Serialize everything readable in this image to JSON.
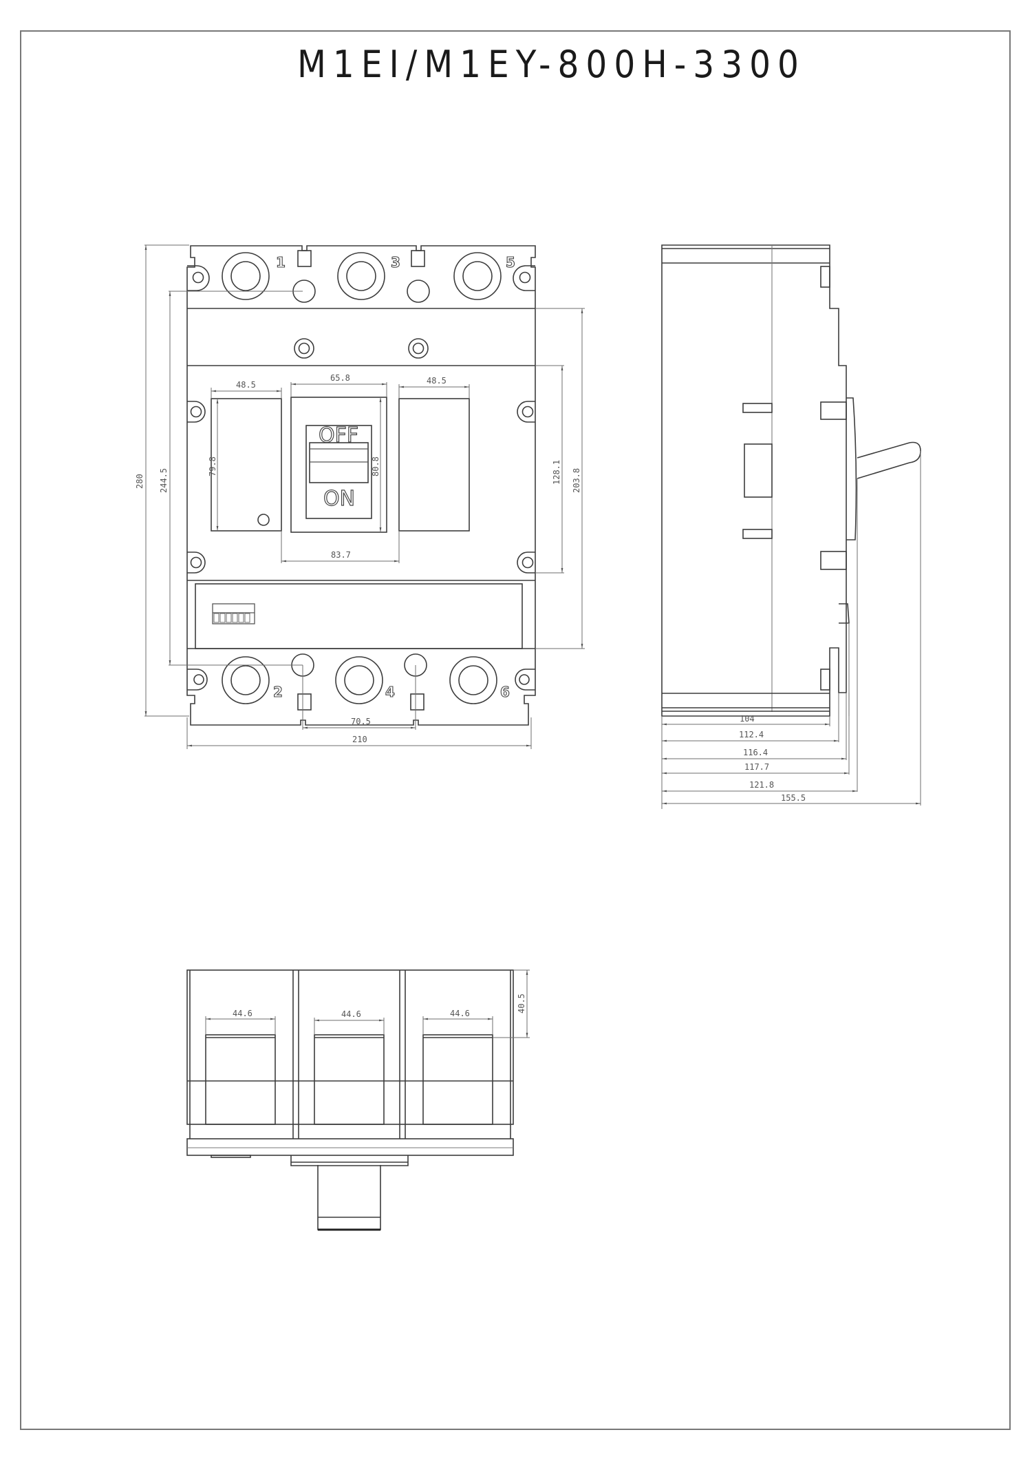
{
  "drawing": {
    "title": "M1EI/M1EY-800H-3300",
    "border_color": "#777777",
    "line_color": "#3c3c3c"
  },
  "front_view": {
    "terminal_labels_top": [
      "1",
      "3",
      "5"
    ],
    "terminal_labels_bottom": [
      "2",
      "4",
      "6"
    ],
    "switch_labels": {
      "off": "OFF",
      "on": "ON"
    },
    "dimensions": {
      "overall_height": "280",
      "mount_hole_height": "244.5",
      "window_left_width": "48.5",
      "window_center_width": "65.8",
      "window_right_width": "48.5",
      "window_left_height": "79.8",
      "window_center_height": "80.8",
      "center_span": "83.7",
      "height_128": "128.1",
      "height_203": "203.8",
      "terminal_pitch": "70.5",
      "overall_width": "210"
    }
  },
  "side_view": {
    "depth_dimensions": [
      "104",
      "112.4",
      "116.4",
      "117.7",
      "121.8",
      "155.5"
    ]
  },
  "bottom_view": {
    "slot_widths": [
      "44.6",
      "44.6",
      "44.6"
    ],
    "slot_depth": "40.5"
  }
}
